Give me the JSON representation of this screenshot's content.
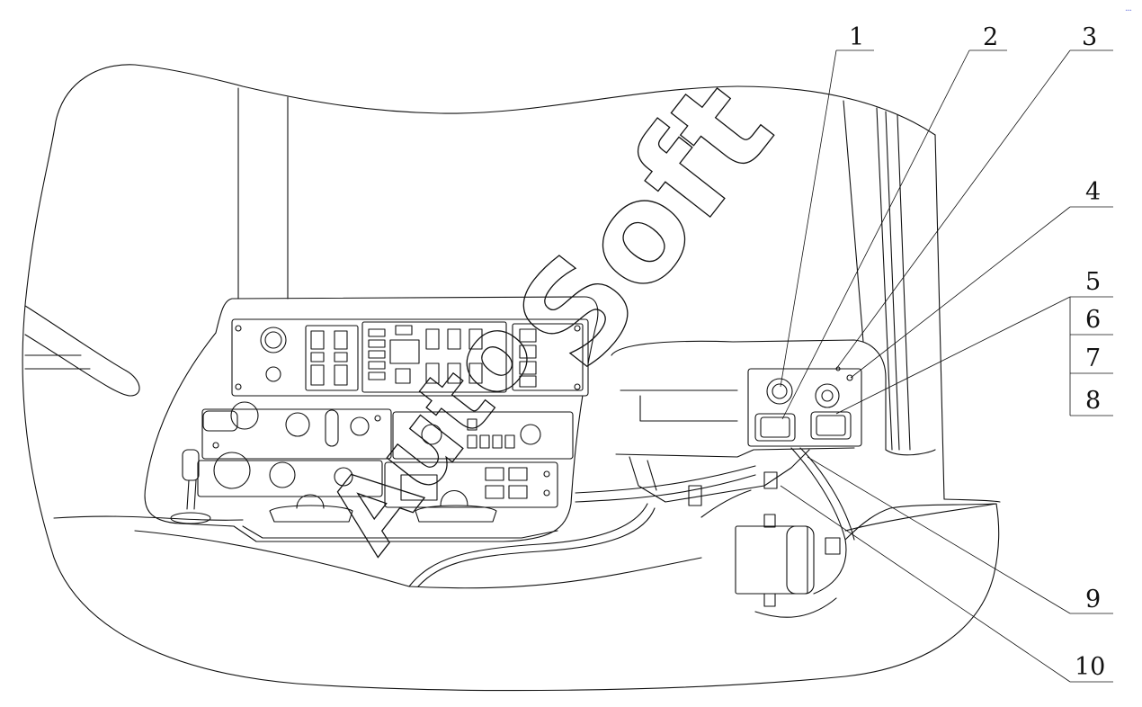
{
  "callouts": [
    {
      "id": "1",
      "label": "1"
    },
    {
      "id": "2",
      "label": "2"
    },
    {
      "id": "3",
      "label": "3"
    },
    {
      "id": "4",
      "label": "4"
    },
    {
      "id": "5",
      "label": "5"
    },
    {
      "id": "6",
      "label": "6"
    },
    {
      "id": "7",
      "label": "7"
    },
    {
      "id": "8",
      "label": "8"
    },
    {
      "id": "9",
      "label": "9"
    },
    {
      "id": "10",
      "label": "10"
    }
  ],
  "watermark": {
    "text_a": "Auto",
    "text_b": "Soft"
  },
  "icons": {
    "logo": "autosoft-logo-mark"
  }
}
